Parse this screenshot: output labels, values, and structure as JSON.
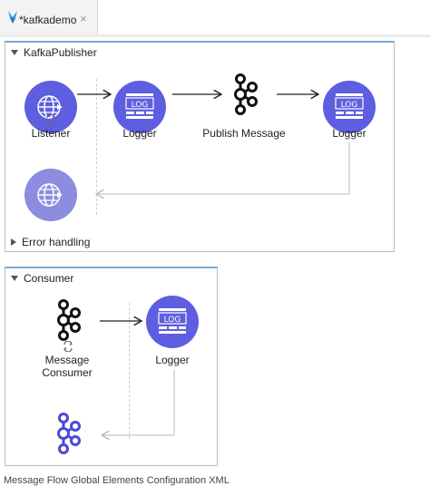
{
  "tab": {
    "title": "*kafkademo",
    "close_glyph": "×",
    "icon": "mule-icon"
  },
  "flows": {
    "publisher": {
      "title": "KafkaPublisher",
      "nodes": {
        "listener": "Listener",
        "logger1": "Logger",
        "publish": "Publish Message",
        "logger2": "Logger"
      },
      "error_handling": "Error handling"
    },
    "consumer": {
      "title": "Consumer",
      "nodes": {
        "message_consumer_line1": "Message",
        "message_consumer_line2": "Consumer",
        "logger": "Logger"
      }
    }
  },
  "logger_icon_text": "LOG",
  "bottom_bar": {
    "text": "Message Flow  Global Elements  Configuration XML"
  },
  "colors": {
    "node": "#5e5ee0",
    "node_light": "#8c8ce0",
    "flow_border_top": "#76a9d9",
    "kafka_consumer_icon": "#4a4ad6"
  }
}
